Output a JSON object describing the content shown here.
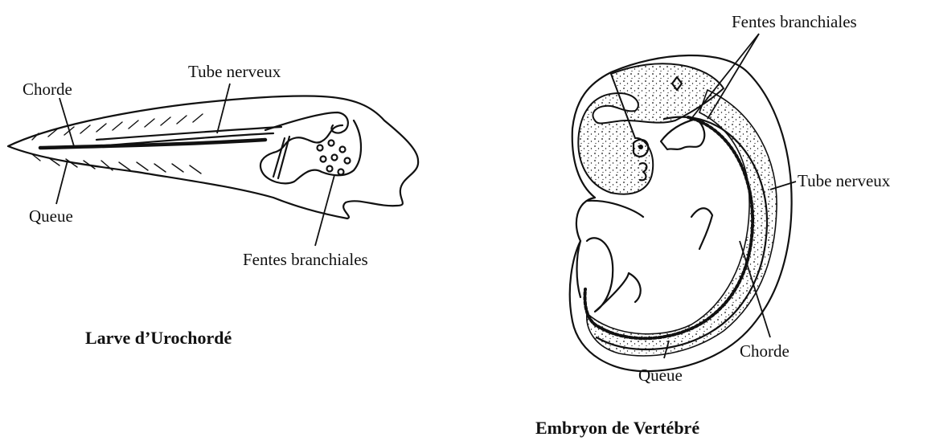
{
  "larva": {
    "title": "Larve d’Urochordé",
    "labels": {
      "chorde": "Chorde",
      "tube_nerveux": "Tube nerveux",
      "queue": "Queue",
      "fentes_branchiales": "Fentes branchiales"
    }
  },
  "embryo": {
    "title": "Embryon de Vertébré",
    "labels": {
      "fentes_branchiales": "Fentes branchiales",
      "tube_nerveux": "Tube nerveux",
      "chorde": "Chorde",
      "queue": "Queue"
    }
  },
  "colors": {
    "ink": "#111111",
    "background": "#ffffff"
  }
}
